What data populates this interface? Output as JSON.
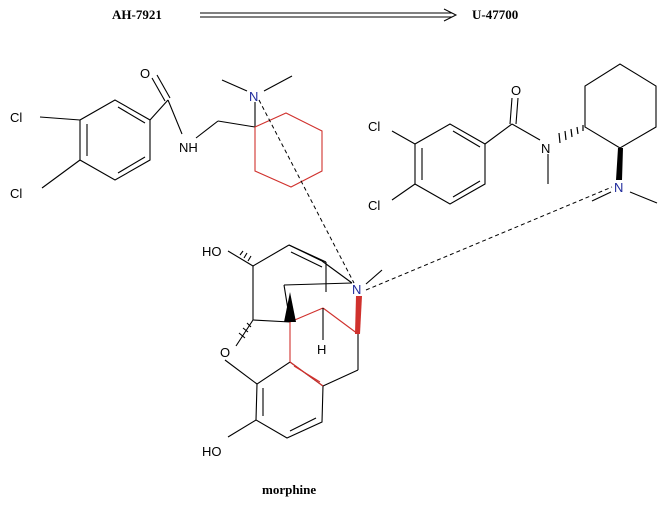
{
  "header": {
    "left_label": "AH-7921",
    "right_label": "U-47700"
  },
  "caption": "morphine",
  "atoms": {
    "oxygen": "O",
    "nitrogen": "N",
    "chlorine": "Cl",
    "hydroxyl_left": "HO",
    "hydrogen": "H",
    "amide_nh": "NH"
  },
  "colors": {
    "bond": "#000000",
    "highlight": "#d0312d",
    "nitrogen": "#1f2a9c"
  }
}
